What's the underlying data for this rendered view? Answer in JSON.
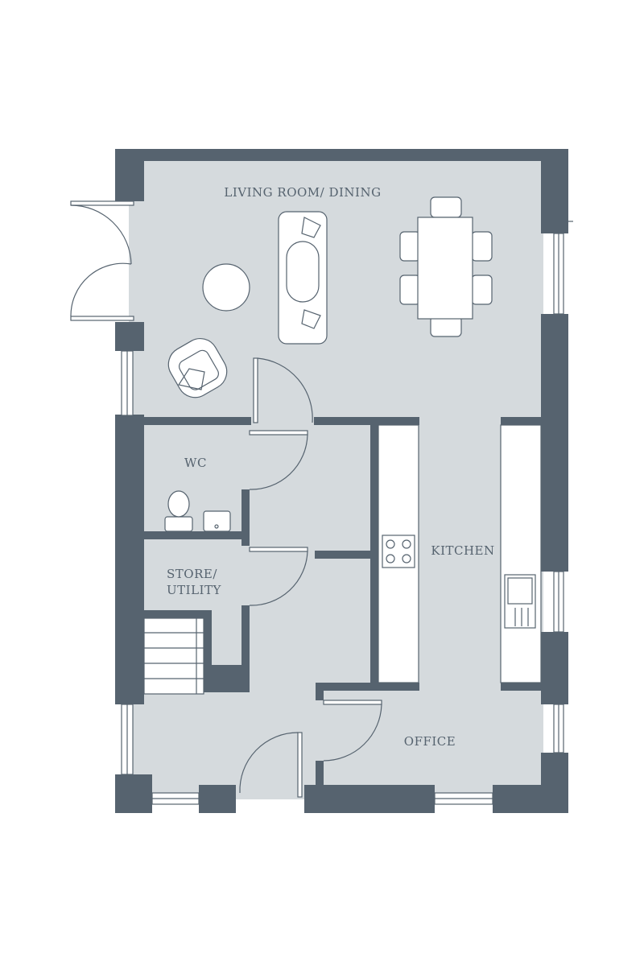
{
  "rooms": {
    "living_dining": "LIVING ROOM/ DINING",
    "wc": "WC",
    "store_line1": "STORE/",
    "store_line2": "UTILITY",
    "kitchen": "KITCHEN",
    "office": "OFFICE"
  },
  "colors": {
    "wall": "#56636f",
    "floor": "#d5dadd",
    "fixture": "#ffffff"
  }
}
